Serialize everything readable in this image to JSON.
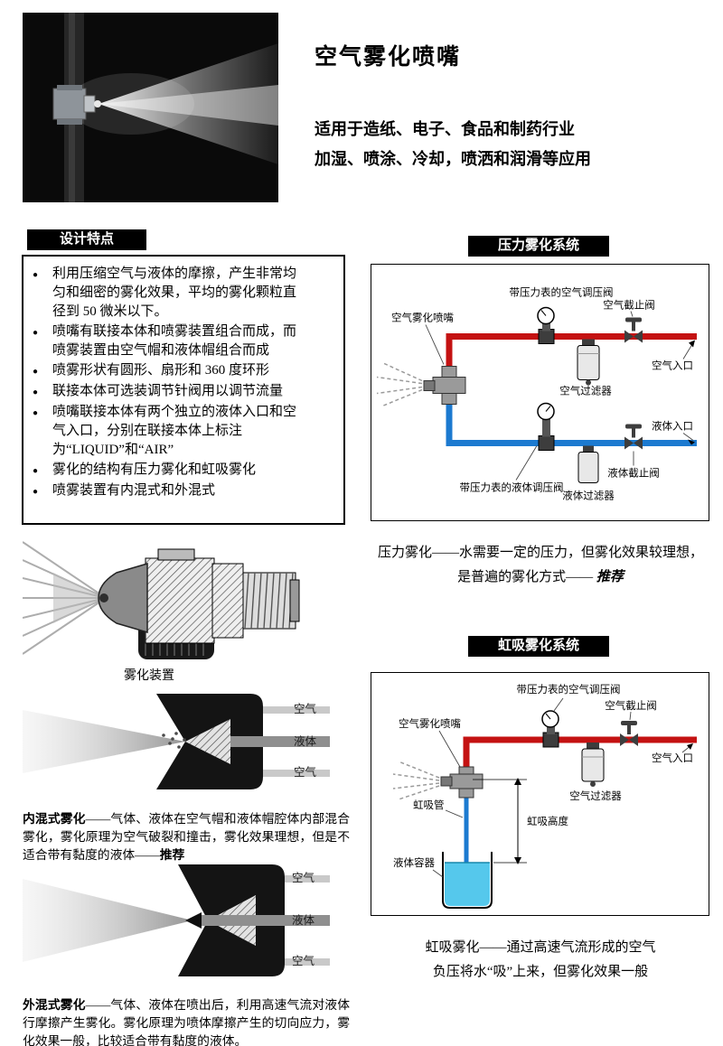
{
  "header": {
    "title": "空气雾化喷嘴",
    "subtitle1": "适用于造纸、电子、食品和制药行业",
    "subtitle2": "加湿、喷涂、冷却，喷洒和润滑等应用"
  },
  "design_features": {
    "header": "设计特点",
    "bullets": [
      "利用压缩空气与液体的摩擦，产生非常均匀和细密的雾化效果，平均的雾化颗粒直径到 50 微米以下。",
      "喷嘴有联接本体和喷雾装置组合而成，而喷雾装置由空气帽和液体帽组合而成",
      "喷雾形状有圆形、扇形和 360 度环形",
      "联接本体可选装调节针阀用以调节流量",
      "喷嘴联接本体有两个独立的液体入口和空气入口，分别在联接本体上标注为“LIQUID”和“AIR”",
      "雾化的结构有压力雾化和虹吸雾化",
      "喷雾装置有内混式和外混式"
    ]
  },
  "atomizer": {
    "caption": "雾化装置"
  },
  "internal_mix": {
    "labels": {
      "air_top": "空气",
      "liquid": "液体",
      "air_bottom": "空气"
    },
    "title": "内混式雾化",
    "text": "——气体、液体在空气帽和液体帽腔体内部混合雾化，雾化原理为空气破裂和撞击，雾化效果理想，但是不适合带有黏度的液体——",
    "highlight": "推荐"
  },
  "external_mix": {
    "labels": {
      "air_top": "空气",
      "liquid": "液体",
      "air_bottom": "空气"
    },
    "title": "外混式雾化",
    "text": "——气体、液体在喷出后，利用高速气流对液体行摩擦产生雾化。雾化原理为喷体摩擦产生的切向应力，雾化效果一般，比较适合带有黏度的液体。"
  },
  "pressure_system": {
    "header": "压力雾化系统",
    "labels": {
      "air_regulator": "带压力表的空气调压阀",
      "air_valve": "空气截止阀",
      "nozzle": "空气雾化喷嘴",
      "air_inlet": "空气入口",
      "air_filter": "空气过滤器",
      "liquid_inlet": "液体入口",
      "liquid_valve": "液体截止阀",
      "liquid_filter": "液体过滤器",
      "liquid_regulator": "带压力表的液体调压阀"
    },
    "caption": "压力雾化——水需要一定的压力，但雾化效果较理想，是普遍的雾化方式—— ",
    "caption_highlight": "推荐"
  },
  "siphon_system": {
    "header": "虹吸雾化系统",
    "labels": {
      "air_regulator": "带压力表的空气调压阀",
      "air_valve": "空气截止阀",
      "nozzle": "空气雾化喷嘴",
      "air_inlet": "空气入口",
      "air_filter": "空气过滤器",
      "siphon_tube": "虹吸管",
      "siphon_height": "虹吸高度",
      "container": "液体容器"
    },
    "caption1": "虹吸雾化——通过高速气流形成的空气",
    "caption2": "负压将水“吸”上来，但雾化效果一般"
  },
  "colors": {
    "air_pipe": "#c41212",
    "liquid_pipe": "#1c7ad0",
    "liquid_fill": "#55c8ec"
  }
}
